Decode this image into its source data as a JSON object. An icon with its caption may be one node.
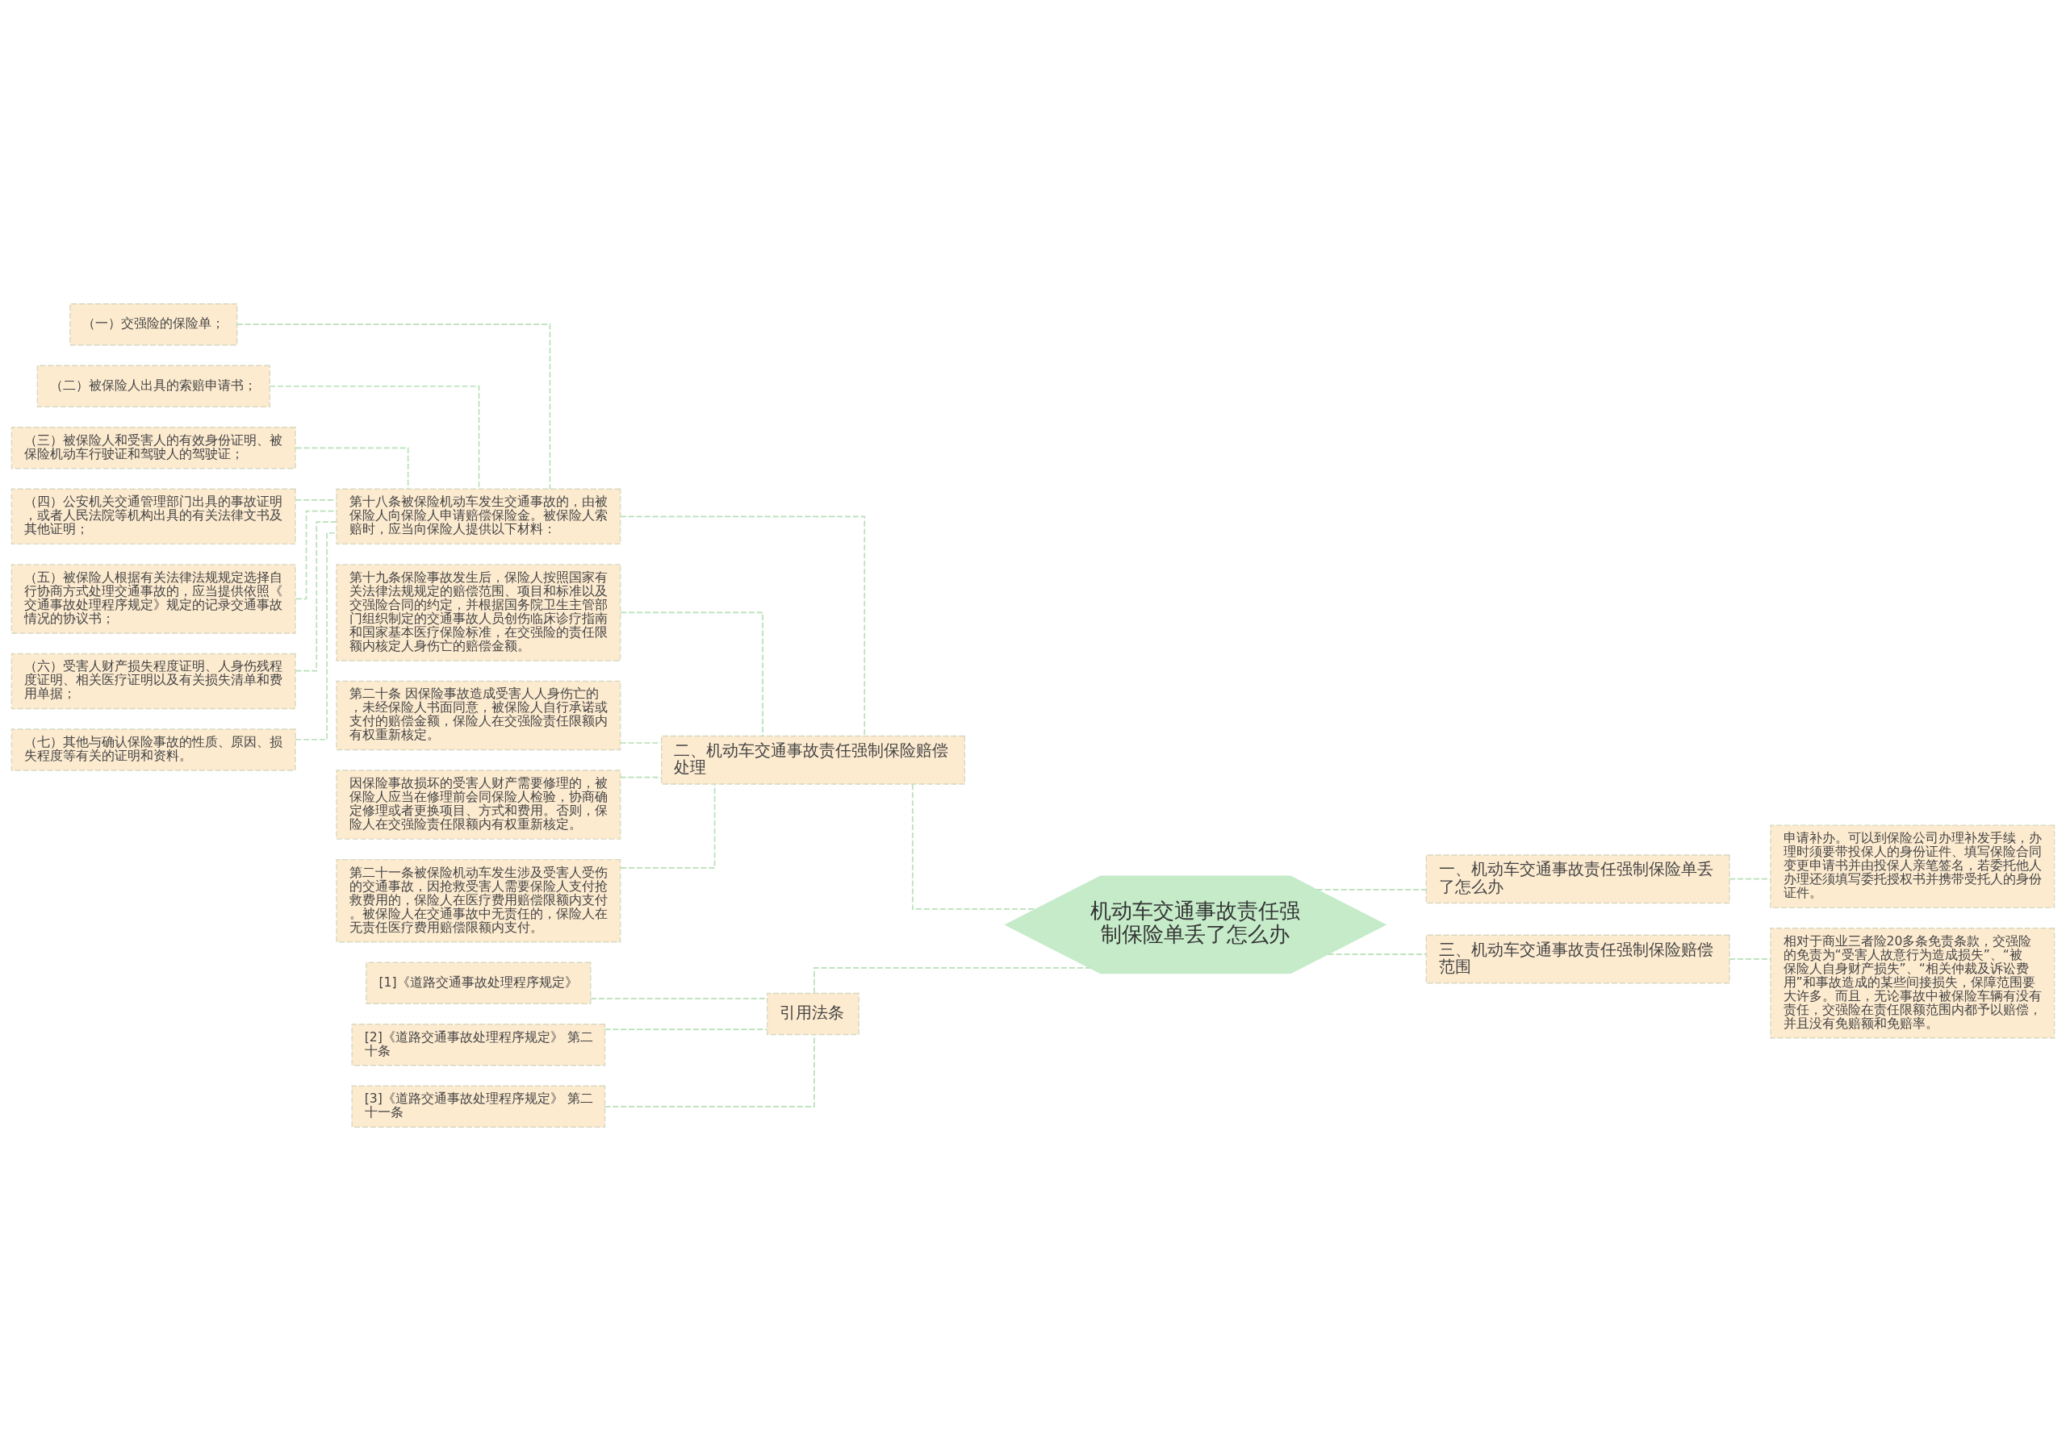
{
  "diagram": {
    "nodes": [
      {
        "text": [
          "机动车交通事故责任强制保险单丢了怎么办"
        ]
      },
      {
        "text": [
          "一、机动车交通事故责任强制保险单丢了怎么办"
        ]
      },
      {
        "text": [
          "申请补办。可以到保险公司办理补发手续，办理时须要带投保人的身份证件、填写保险合同变更申请书并由投保人亲笔签名，若委托他人办理还须填写委托授权书并携带受托人的身份证件。"
        ]
      },
      {
        "text": [
          "三、机动车交通事故责任强制保险赔偿范围"
        ]
      },
      {
        "text": [
          "相对于商业三者险20多条免责条款，交强险的免责为“受害人故意行为造成损失”、“被保险人自身财产损失”、“相关仲裁及诉讼费用”和事故造成的某些间接损失，保障范围要大许多。而且，无论事故中被保险车辆有没有责任，交强险在责任限额范围内都予以赔偿，并且没有免赔额和免赔率。"
        ]
      },
      {
        "text": [
          "二、机动车交通事故责任强制保险赔偿处理"
        ]
      },
      {
        "text": [
          "第十八条被保险机动车发生交通事故的，由被保险人向保险人申请赔偿保险金。被保险人索赔时，应当向保险人提供以下材料："
        ]
      },
      {
        "text": [
          "（一）交强险的保险单；"
        ]
      },
      {
        "text": [
          "（二）被保险人出具的索赔申请书；"
        ]
      },
      {
        "text": [
          "（三）被保险人和受害人的有效身份证明、被保险机动车行驶证和驾驶人的驾驶证；"
        ]
      },
      {
        "text": [
          "（四）公安机关交通管理部门出具的事故证明，或者人民法院等机构出具的有关法律文书及其他证明；"
        ]
      },
      {
        "text": [
          "（五）被保险人根据有关法律法规规定选择自行协商方式处理交通事故的，应当提供依照《交通事故处理程序规定》规定的记录交通事故情况的协议书；"
        ]
      },
      {
        "text": [
          "（六）受害人财产损失程度证明、人身伤残程度证明、相关医疗证明以及有关损失清单和费用单据；"
        ]
      },
      {
        "text": [
          "（七）其他与确认保险事故的性质、原因、损失程度等有关的证明和资料。"
        ]
      },
      {
        "text": [
          "第十九条保险事故发生后，保险人按照国家有关法律法规规定的赔偿范围、项目和标准以及交强险合同的约定，并根据国务院卫生主管部门组织制定的交通事故人员创伤临床诊疗指南和国家基本医疗保险标准，在交强险的责任限额内核定人身伤亡的赔偿金额。"
        ]
      },
      {
        "text": [
          "第二十条 因保险事故造成受害人人身伤亡的，未经保险人书面同意，被保险人自行承诺或支付的赔偿金额，保险人在交强险责任限额内有权重新核定。"
        ]
      },
      {
        "text": [
          "因保险事故损坏的受害人财产需要修理的，被保险人应当在修理前会同保险人检验，协商确定修理或者更换项目、方式和费用。否则，保险人在交强险责任限额内有权重新核定。"
        ]
      },
      {
        "text": [
          "第二十一条被保险机动车发生涉及受害人受伤的交通事故，因抢救受害人需要保险人支付抢救费用的，保险人在医疗费用赔偿限额内支付。被保险人在交通事故中无责任的，保险人在无责任医疗费用赔偿限额内支付。"
        ]
      },
      {
        "text": [
          "引用法条"
        ]
      },
      {
        "text": [
          "[1]《道路交通事故处理程序规定》"
        ]
      },
      {
        "text": [
          "[2]《道路交通事故处理程序规定》 第二十条"
        ]
      },
      {
        "text": [
          "[3]《道路交通事故处理程序规定》 第二十一条"
        ]
      }
    ],
    "edges": [
      {
        "from": 0,
        "to": 1,
        "arrow": "none",
        "style": "dashed"
      },
      {
        "from": 1,
        "to": 2,
        "arrow": "none",
        "style": "dashed"
      },
      {
        "from": 0,
        "to": 3,
        "arrow": "none",
        "style": "dashed"
      },
      {
        "from": 3,
        "to": 4,
        "arrow": "none",
        "style": "dashed"
      },
      {
        "from": 0,
        "to": 5,
        "arrow": "none",
        "style": "dashed"
      },
      {
        "from": 5,
        "to": 6,
        "arrow": "none",
        "style": "dashed"
      },
      {
        "from": 6,
        "to": 7,
        "arrow": "none",
        "style": "dashed"
      },
      {
        "from": 6,
        "to": 8,
        "arrow": "none",
        "style": "dashed"
      },
      {
        "from": 6,
        "to": 9,
        "arrow": "none",
        "style": "dashed"
      },
      {
        "from": 6,
        "to": 10,
        "arrow": "none",
        "style": "dashed"
      },
      {
        "from": 6,
        "to": 11,
        "arrow": "none",
        "style": "dashed"
      },
      {
        "from": 6,
        "to": 12,
        "arrow": "none",
        "style": "dashed"
      },
      {
        "from": 6,
        "to": 13,
        "arrow": "none",
        "style": "dashed"
      },
      {
        "from": 5,
        "to": 14,
        "arrow": "none",
        "style": "dashed"
      },
      {
        "from": 5,
        "to": 15,
        "arrow": "none",
        "style": "dashed"
      },
      {
        "from": 5,
        "to": 16,
        "arrow": "none",
        "style": "dashed"
      },
      {
        "from": 5,
        "to": 17,
        "arrow": "none",
        "style": "dashed"
      },
      {
        "from": 0,
        "to": 18,
        "arrow": "none",
        "style": "dashed"
      },
      {
        "from": 18,
        "to": 19,
        "arrow": "none",
        "style": "dashed"
      },
      {
        "from": 18,
        "to": 20,
        "arrow": "none",
        "style": "dashed"
      },
      {
        "from": 18,
        "to": 21,
        "arrow": "none",
        "style": "dashed"
      }
    ]
  }
}
